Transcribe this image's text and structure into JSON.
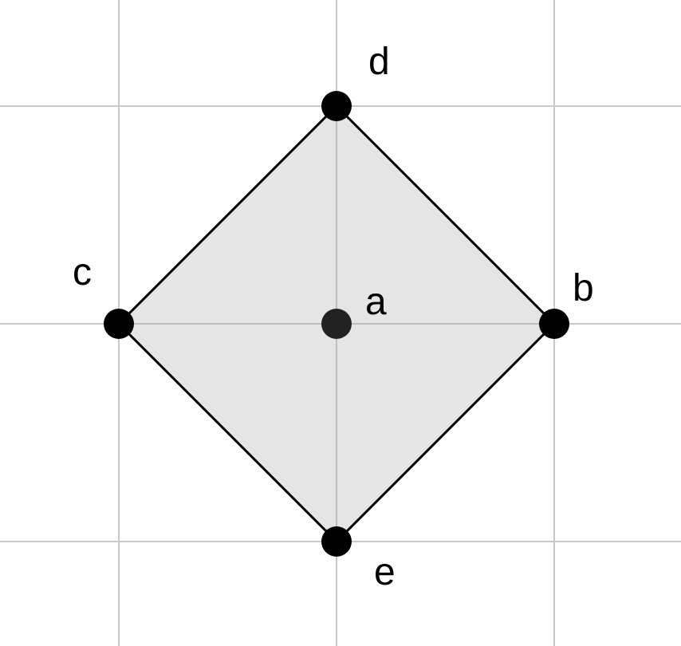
{
  "points": {
    "a": {
      "label": "a"
    },
    "b": {
      "label": "b"
    },
    "c": {
      "label": "c"
    },
    "d": {
      "label": "d"
    },
    "e": {
      "label": "e"
    }
  }
}
